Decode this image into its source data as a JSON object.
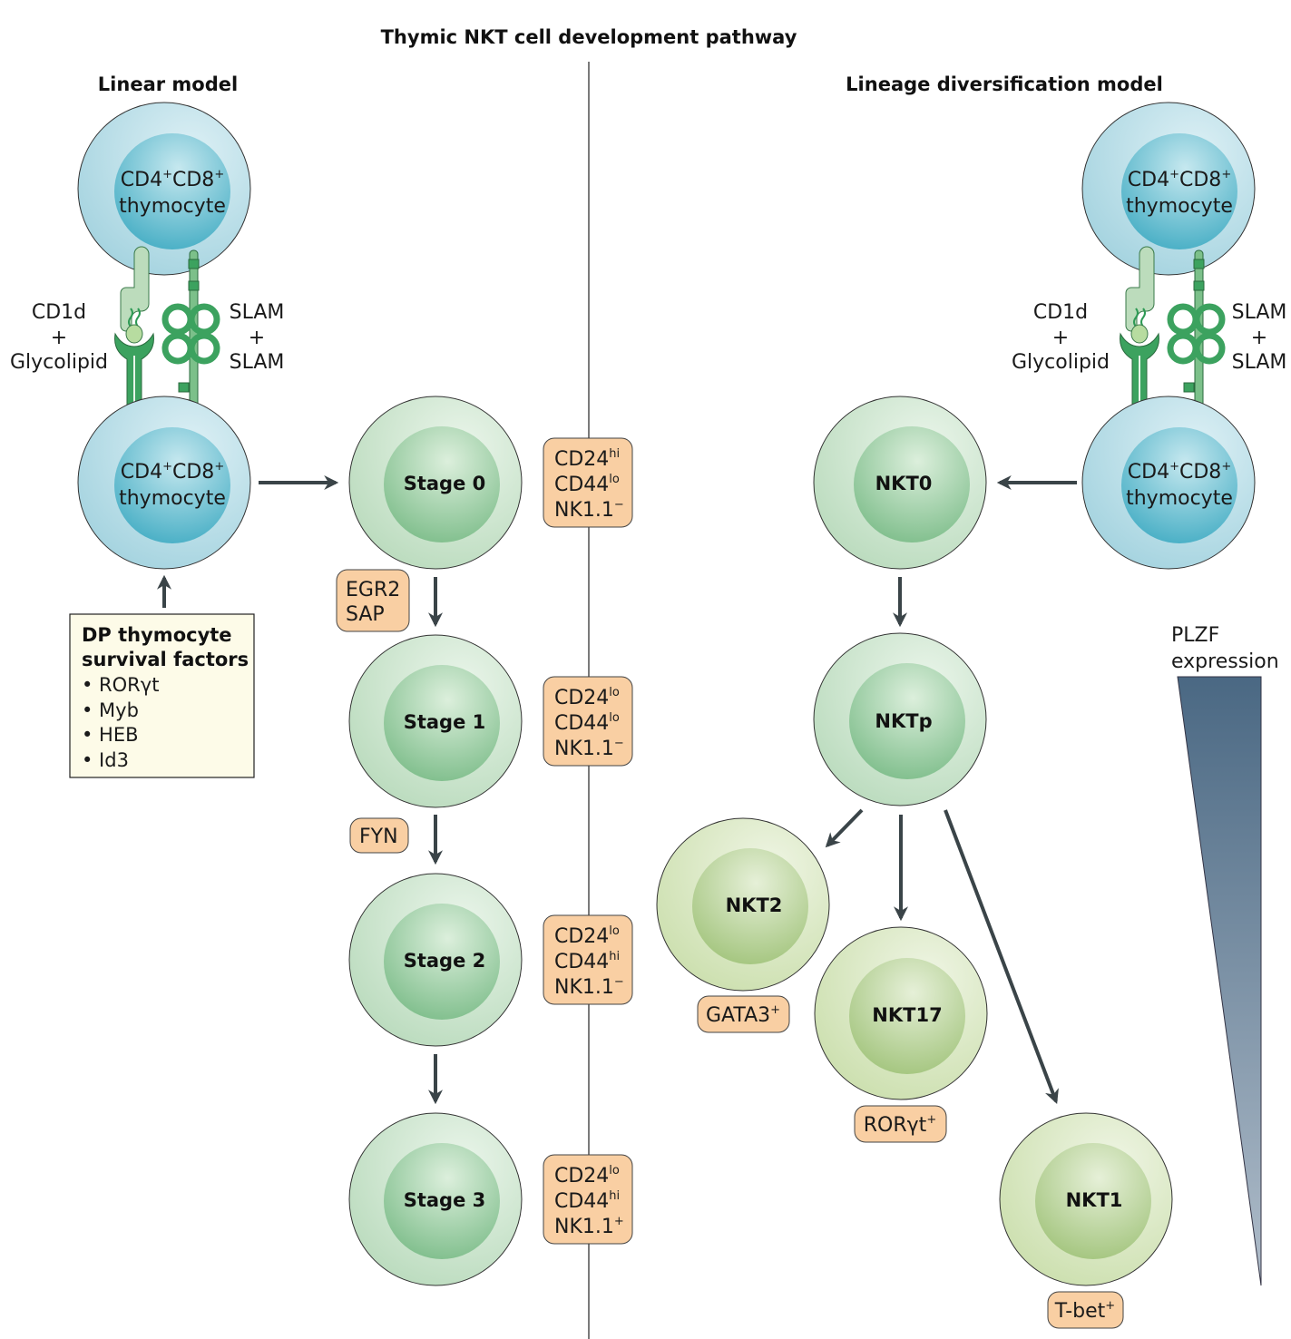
{
  "figure": {
    "title": "Thymic NKT cell development pathway",
    "colors": {
      "thymocyte_outer": "#a8d6e2",
      "thymocyte_inner": "#4fb5c9",
      "stage_outer": "#c6e2c6",
      "stage_inner": "#88c495",
      "subset_outer": "#d3e3b8",
      "subset_inner": "#a9c886",
      "marker_tag": "#f9cfa3",
      "arrow": "#3a4448",
      "survival_box": "#fdfbe8",
      "receptor_dark": "#3aa060",
      "receptor_light": "#b8dab8",
      "plzf_top": "#4c6a84",
      "plzf_bottom": "#aab8c6"
    }
  },
  "linear_model": {
    "heading": "Linear model",
    "top_cell": {
      "line1": "CD4",
      "sup1": "+",
      "mid": "CD8",
      "sup2": "+",
      "line2": "thymocyte"
    },
    "bottom_cell": {
      "line1": "CD4",
      "sup1": "+",
      "mid": "CD8",
      "sup2": "+",
      "line2": "thymocyte"
    },
    "interaction_left": {
      "line1": "CD1d",
      "line2": "+",
      "line3": "Glycolipid"
    },
    "interaction_right": {
      "line1": "SLAM",
      "line2": "+",
      "line3": "SLAM"
    },
    "survival_box": {
      "title_line1": "DP thymocyte",
      "title_line2": "survival factors",
      "items": [
        "• RORγt",
        "• Myb",
        "• HEB",
        "• Id3"
      ]
    },
    "stages": [
      {
        "label": "Stage 0",
        "markers": [
          {
            "base": "CD24",
            "sup": "hi"
          },
          {
            "base": "CD44",
            "sup": "lo"
          },
          {
            "base": "NK1.1",
            "sup": "−"
          }
        ]
      },
      {
        "label": "Stage 1",
        "markers": [
          {
            "base": "CD24",
            "sup": "lo"
          },
          {
            "base": "CD44",
            "sup": "lo"
          },
          {
            "base": "NK1.1",
            "sup": "−"
          }
        ]
      },
      {
        "label": "Stage 2",
        "markers": [
          {
            "base": "CD24",
            "sup": "lo"
          },
          {
            "base": "CD44",
            "sup": "hi"
          },
          {
            "base": "NK1.1",
            "sup": "−"
          }
        ]
      },
      {
        "label": "Stage 3",
        "markers": [
          {
            "base": "CD24",
            "sup": "lo"
          },
          {
            "base": "CD44",
            "sup": "hi"
          },
          {
            "base": "NK1.1",
            "sup": "+"
          }
        ]
      }
    ],
    "transition_factors": [
      {
        "lines": [
          "EGR2",
          "SAP"
        ]
      },
      {
        "lines": [
          "FYN"
        ]
      }
    ]
  },
  "lineage_model": {
    "heading": "Lineage diversification model",
    "top_cell": {
      "line1": "CD4",
      "sup1": "+",
      "mid": "CD8",
      "sup2": "+",
      "line2": "thymocyte"
    },
    "bottom_cell": {
      "line1": "CD4",
      "sup1": "+",
      "mid": "CD8",
      "sup2": "+",
      "line2": "thymocyte"
    },
    "interaction_left": {
      "line1": "CD1d",
      "line2": "+",
      "line3": "Glycolipid"
    },
    "interaction_right": {
      "line1": "SLAM",
      "line2": "+",
      "line3": "SLAM"
    },
    "progenitors": [
      {
        "label": "NKT0"
      },
      {
        "label": "NKTp"
      }
    ],
    "subsets": [
      {
        "label": "NKT2",
        "tf": "GATA3",
        "sup": "+"
      },
      {
        "label": "NKT17",
        "tf": "RORγt",
        "sup": "+"
      },
      {
        "label": "NKT1",
        "tf": "T-bet",
        "sup": "+"
      }
    ],
    "plzf": {
      "line1": "PLZF",
      "line2": "expression",
      "trend": "high-to-low (NKT2/NKT17 → NKT1)"
    }
  }
}
